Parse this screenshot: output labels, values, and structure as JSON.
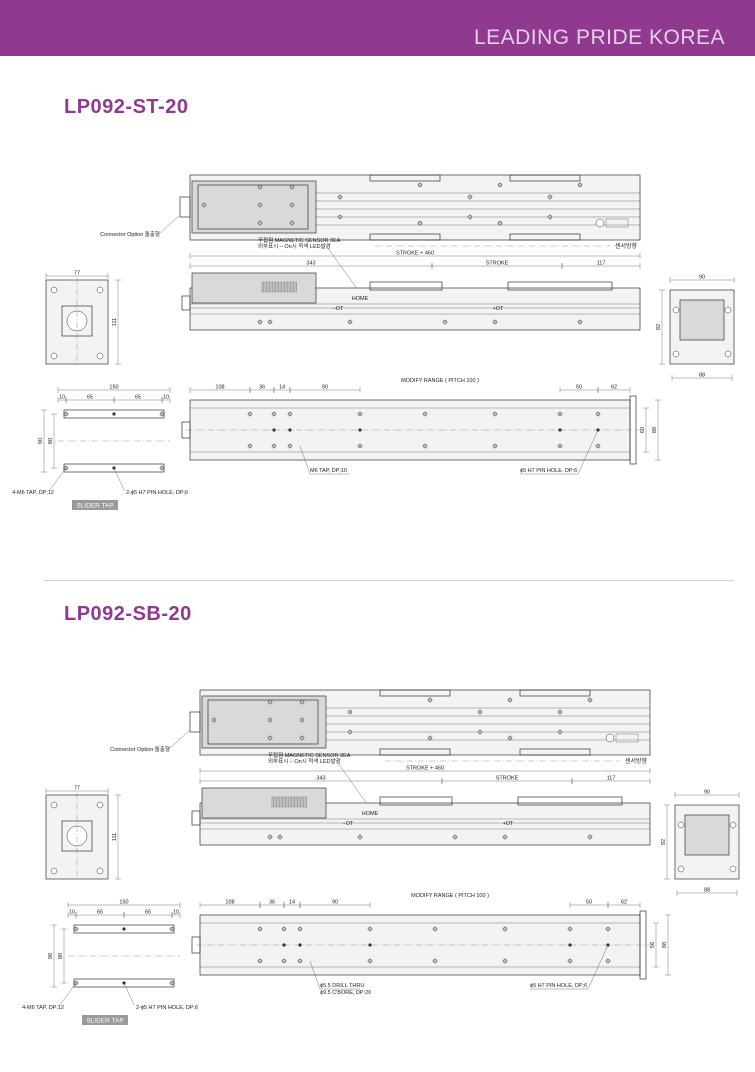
{
  "header": {
    "brand": "LEADING PRIDE KOREA"
  },
  "colors": {
    "header_bg": "#8f3a8f",
    "title": "#8f3a8f",
    "tag_bg": "#9a9a9a"
  },
  "sections": [
    {
      "title": "LP092-ST-20",
      "connector_option": "Connector Option 돌출형",
      "sensor_direction": "센서방향",
      "sensor_line1": "무접점 MAGNETIC SENSOR 3EA",
      "sensor_line2": "외부표시 – On시 적색 LED발광",
      "stroke_total": "STROKE + 460",
      "dims_top": {
        "a": "343",
        "b": "STROKE",
        "c": "117"
      },
      "end_width": "77",
      "end_height": "111",
      "right_width": "90",
      "right_height": "92",
      "right_bottom": "88",
      "home": "HOME",
      "ot_left": "−OT",
      "ot_right": "+OT",
      "modify_range": "MODIFY RANGE ( PITCH 100 )",
      "pitch_dims": [
        "108",
        "36",
        "14",
        "90",
        "50",
        "62"
      ],
      "height_a": "60",
      "height_b": "88",
      "tap_label_1": "M6 TAP, DP;10",
      "tap_label_2": "",
      "pin_hole": "ϕ5 H7 PIN HOLE, DP;6",
      "slider": {
        "width": "150",
        "dims": [
          "10",
          "65",
          "65",
          "10"
        ],
        "h1": "90",
        "h2": "80",
        "tap": "4-M6 TAP, DP;12",
        "pin": "2-ϕ5 H7 PIN HOLE, DP;6",
        "tag": "SLIDER TAP"
      }
    },
    {
      "title": "LP092-SB-20",
      "connector_option": "Connector Option 돌출형",
      "sensor_direction": "센서방향",
      "sensor_line1": "무접점 MAGNETIC SENSOR 3EA",
      "sensor_line2": "외부표시 – On시 적색 LED발광",
      "stroke_total": "STROKE + 460",
      "dims_top": {
        "a": "343",
        "b": "STROKE",
        "c": "117"
      },
      "end_width": "77",
      "end_height": "111",
      "right_width": "90",
      "right_height": "92",
      "right_bottom": "88",
      "home": "HOME",
      "ot_left": "−OT",
      "ot_right": "+OT",
      "modify_range": "MODIFY RANGE ( PITCH 100 )",
      "pitch_dims": [
        "108",
        "36",
        "14",
        "90",
        "50",
        "62"
      ],
      "height_a": "56",
      "height_b": "88",
      "tap_label_1": "ϕ5.5 DRILL THRU",
      "tap_label_2": "ϕ9.5 C'BORE, DP;20",
      "pin_hole": "ϕ5 H7 PIN HOLE, DP;6",
      "slider": {
        "width": "150",
        "dims": [
          "10",
          "65",
          "65",
          "10"
        ],
        "h1": "90",
        "h2": "80",
        "tap": "4-M6 TAP, DP;12",
        "pin": "2-ϕ5 H7 PIN HOLE, DP;6",
        "tag": "SLIDER TAP"
      }
    }
  ]
}
